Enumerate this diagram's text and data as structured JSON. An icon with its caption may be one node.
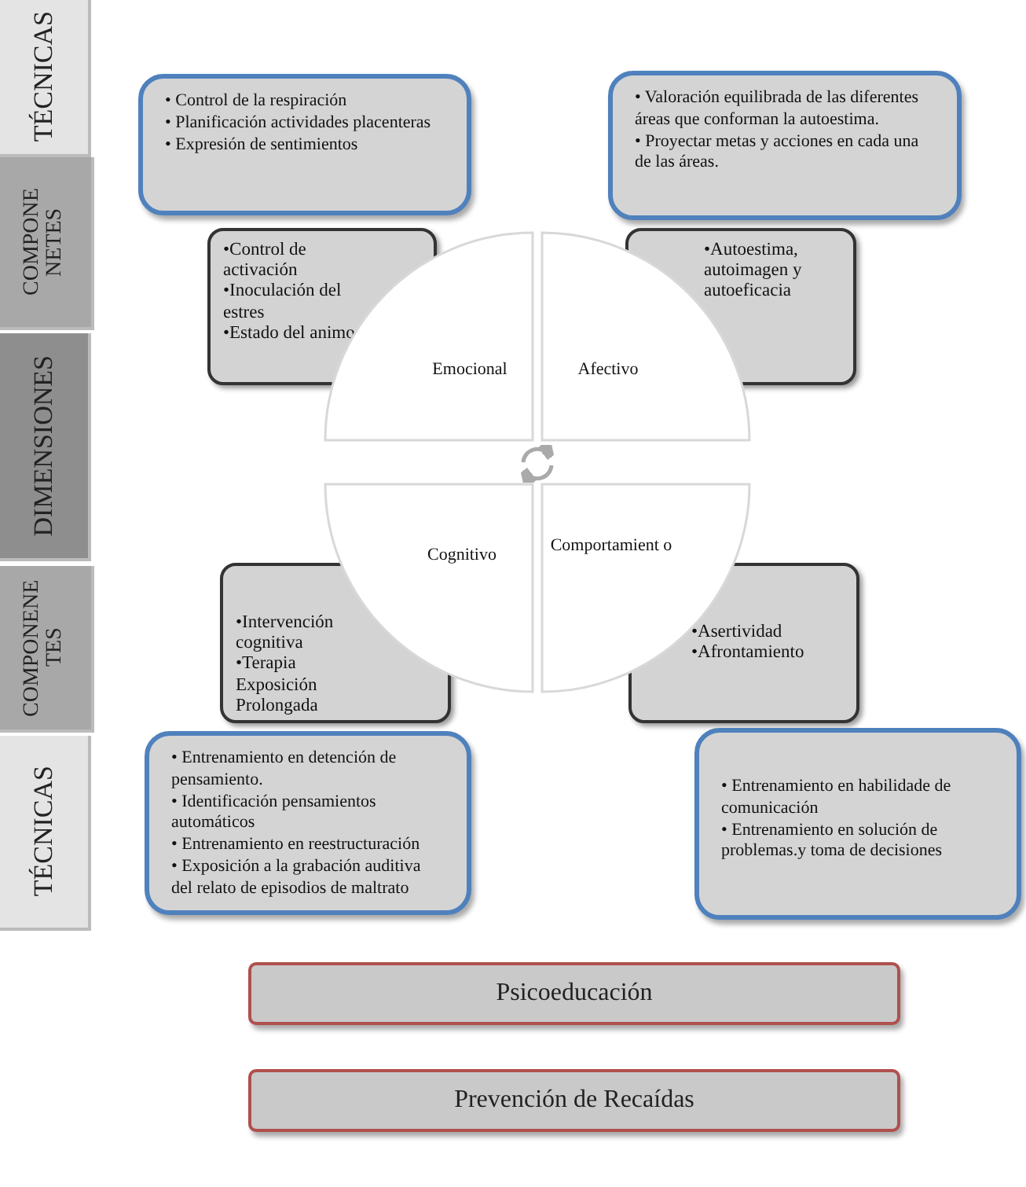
{
  "diagram": {
    "nodes": [
      {
        "text": [
          "TÉCNICAS"
        ]
      },
      {
        "text": [
          "COMPONE NETES"
        ]
      },
      {
        "text": [
          "DIMENSIONES"
        ]
      },
      {
        "text": [
          "COMPONENE TES"
        ]
      },
      {
        "text": [
          "TÉCNICAS"
        ]
      },
      {
        "text": [
          "• Control de la respiración",
          "• Planificación actividades placenteras",
          "• Expresión de sentimientos"
        ]
      },
      {
        "text": [
          "• Valoración equilibrada de las diferentes áreas  que conforman la autoestima.",
          "• Proyectar metas y acciones en cada una de las áreas."
        ]
      },
      {
        "text": [
          "•Control de activación",
          "•Inoculación del estres",
          "•Estado del animo"
        ]
      },
      {
        "text": [
          "•Autoestima, autoimagen y autoeficacia"
        ]
      },
      {
        "text": [
          "Emocional"
        ]
      },
      {
        "text": [
          "Afectivo"
        ]
      },
      {
        "text": [
          "Cognitivo"
        ]
      },
      {
        "text": [
          "Comportamient o"
        ]
      },
      {
        "text": [
          "•Intervención cognitiva",
          "•Terapia Exposición Prolongada"
        ]
      },
      {
        "text": [
          "•Asertividad",
          "•Afrontamiento"
        ]
      },
      {
        "text": [
          "• Entrenamiento en detención de pensamiento.",
          "• Identificación pensamientos automáticos",
          "• Entrenamiento en reestructuración",
          "• Exposición a la grabación auditiva del relato de episodios de maltrato"
        ]
      },
      {
        "text": [
          "• Entrenamiento en habilidade de comunicación",
          "• Entrenamiento en solución de problemas.y toma de decisiones"
        ]
      },
      {
        "text": [
          "Psicoeducación"
        ]
      },
      {
        "text": [
          "Prevención de Recaídas"
        ]
      }
    ]
  }
}
